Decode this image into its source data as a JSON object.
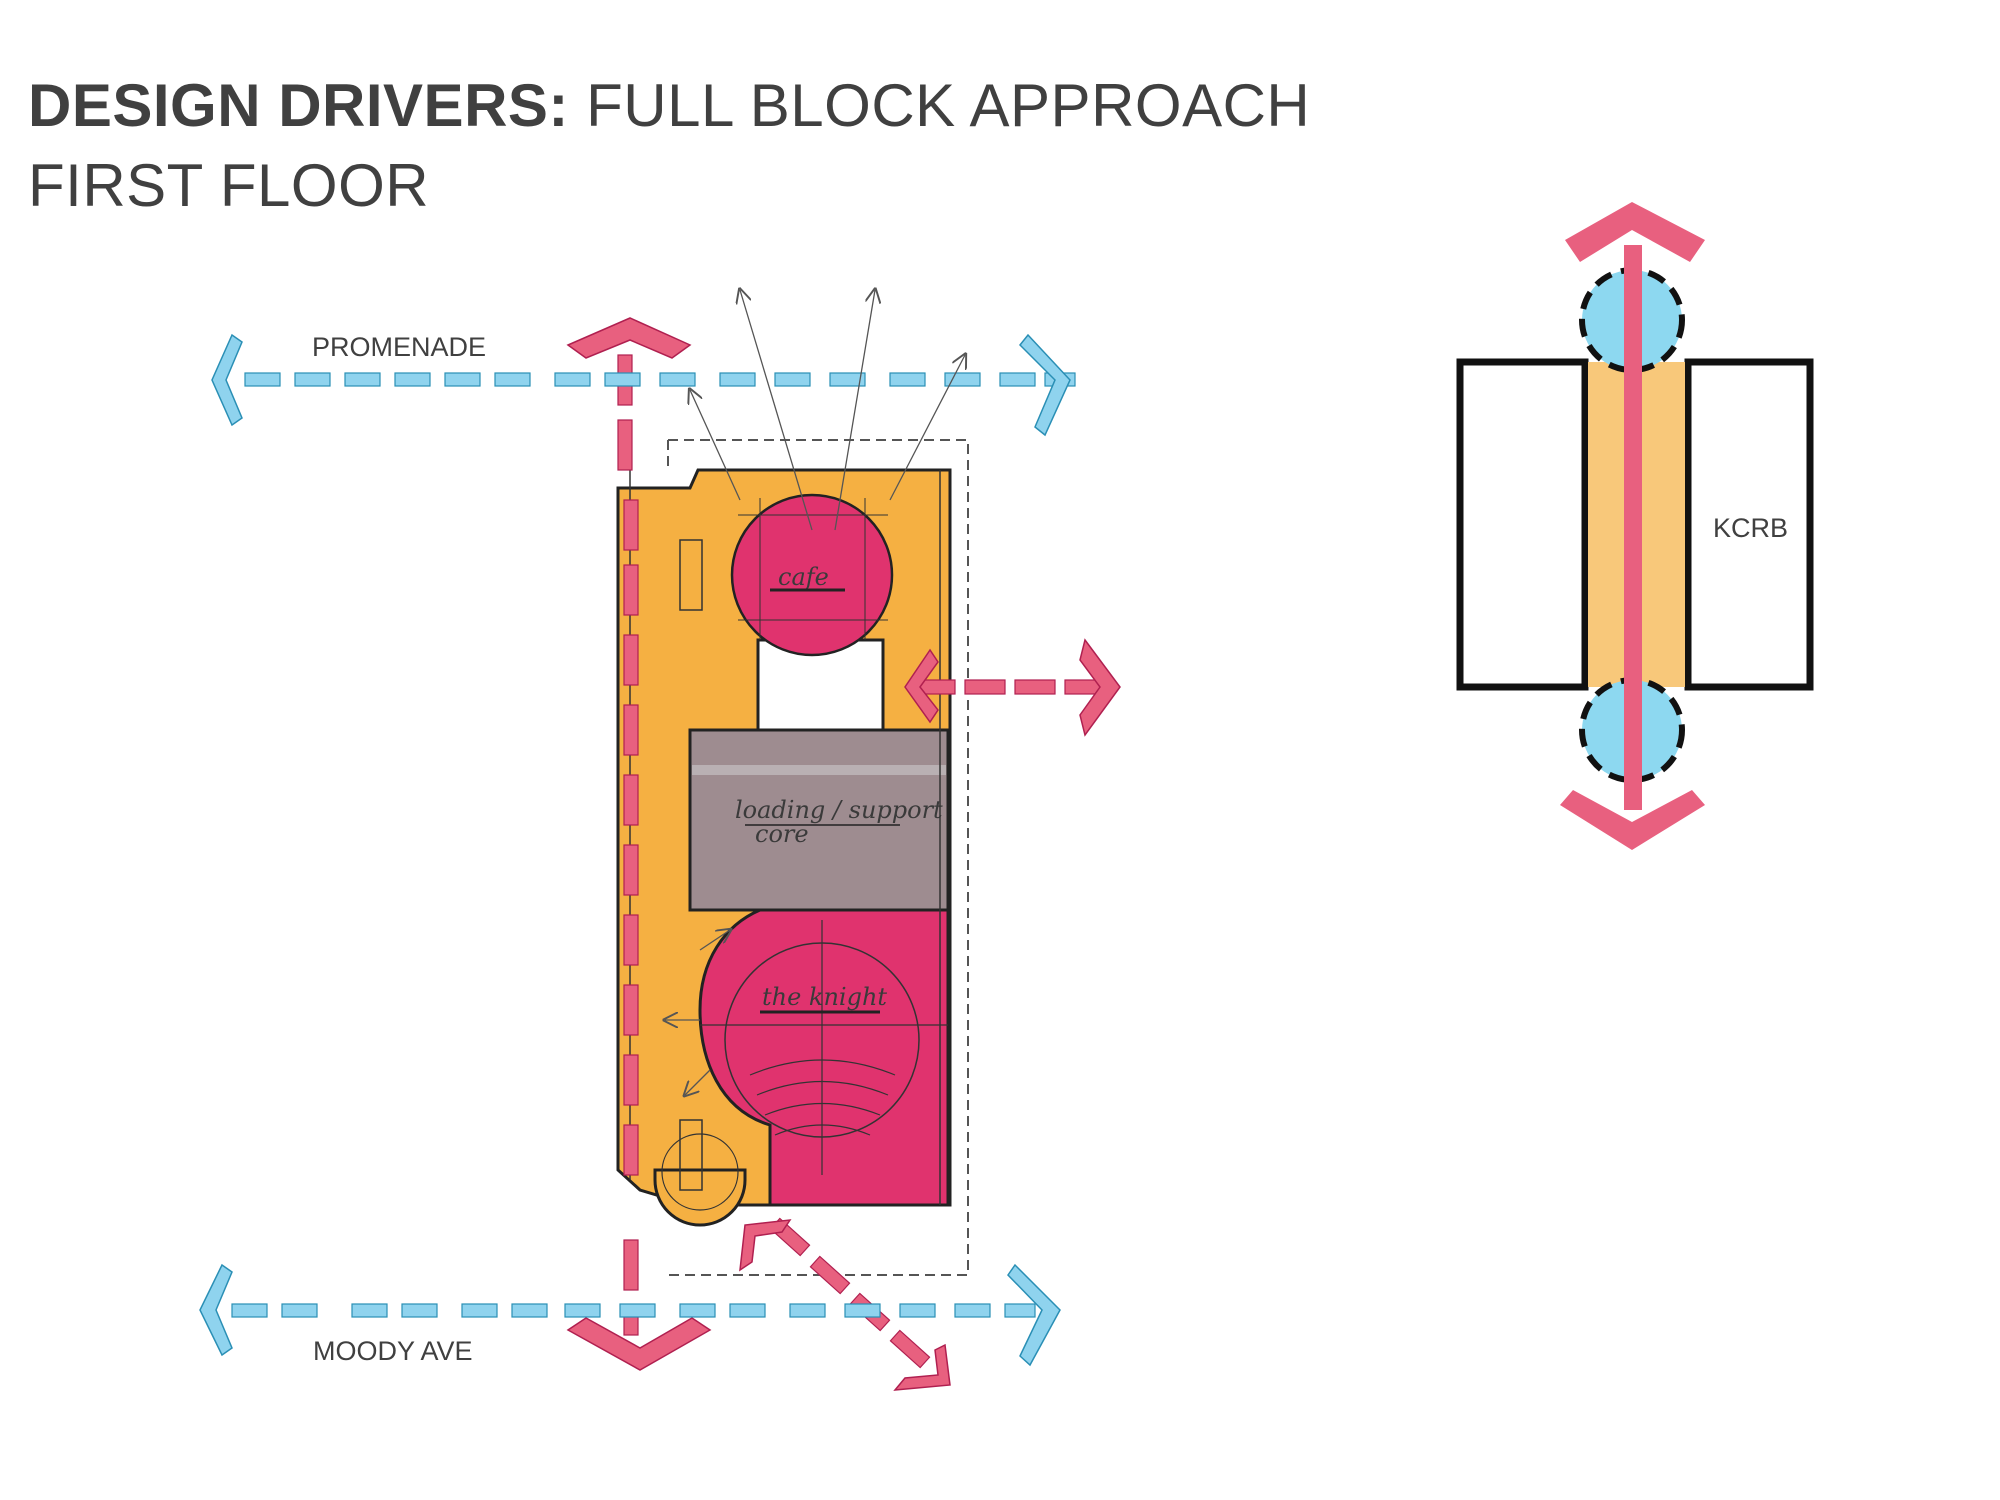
{
  "title": {
    "bold": "DESIGN DRIVERS:",
    "regular": " FULL BLOCK APPROACH",
    "line2": "FIRST FLOOR"
  },
  "labels": {
    "promenade": "PROMENADE",
    "moody": "MOODY AVE",
    "kcrb": "KCRB"
  },
  "sketch_labels": {
    "cafe": "cafe",
    "loading_1": "loading / support",
    "loading_2": "core",
    "knight": "the knight"
  },
  "colors": {
    "pedestrian_path": "#8fd3ee",
    "primary_path": "#e8607f",
    "building_fill": "#f5b042",
    "cafe_fill": "#e0336e",
    "core_fill": "#9e8c90",
    "diagram_fill": "#f8c87a",
    "node_fill": "#8dd8f0"
  }
}
